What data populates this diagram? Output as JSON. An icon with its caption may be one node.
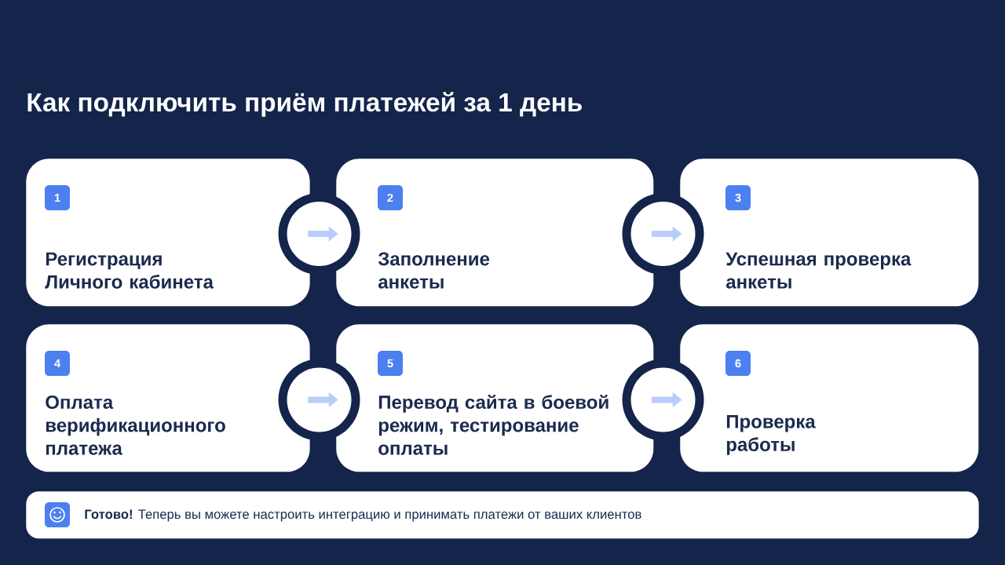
{
  "diagram": {
    "title": "Как подключить приём платежей за 1 день",
    "nodes": [
      {
        "text": [
          "1",
          "Регистрация Личного кабинета"
        ]
      },
      {
        "text": [
          "2",
          "Заполнение анкеты"
        ]
      },
      {
        "text": [
          "3",
          "Успешная проверка анкеты"
        ]
      },
      {
        "text": [
          "4",
          "Оплата верификационного платежа"
        ]
      },
      {
        "text": [
          "5",
          "Перевод сайта в боевой режим, тестирование оплаты"
        ]
      },
      {
        "text": [
          "6",
          "Проверка работы"
        ]
      },
      {
        "text": [
          "**Готово!** Теперь вы можете настроить интеграцию и принимать платежи от ваших клиентов"
        ]
      }
    ],
    "edges": [
      {
        "from": 0,
        "to": 1,
        "arrow": "to"
      },
      {
        "from": 1,
        "to": 2,
        "arrow": "to"
      },
      {
        "from": 3,
        "to": 4,
        "arrow": "to"
      },
      {
        "from": 4,
        "to": 5,
        "arrow": "to"
      }
    ]
  }
}
